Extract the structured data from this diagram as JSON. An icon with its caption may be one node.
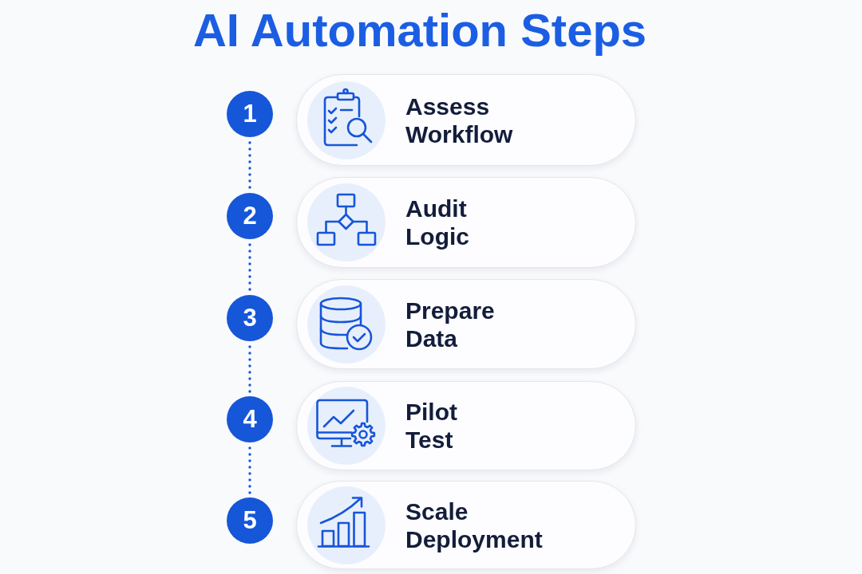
{
  "diagram": {
    "title": "AI Automation Steps",
    "nodes": [
      {
        "text": [
          "1"
        ]
      },
      {
        "text": [
          "Assess Workflow"
        ]
      },
      {
        "text": [
          "2"
        ]
      },
      {
        "text": [
          "Audit Logic"
        ]
      },
      {
        "text": [
          "3"
        ]
      },
      {
        "text": [
          "Prepare Data"
        ]
      },
      {
        "text": [
          "4"
        ]
      },
      {
        "text": [
          "Pilot Test"
        ]
      },
      {
        "text": [
          "5"
        ]
      },
      {
        "text": [
          "Scale Deployment"
        ]
      }
    ],
    "edges": [
      {
        "from": 0,
        "to": 2,
        "arrow": "none",
        "style": "dashed"
      },
      {
        "from": 2,
        "to": 4,
        "arrow": "none",
        "style": "dashed"
      },
      {
        "from": 4,
        "to": 6,
        "arrow": "none",
        "style": "dashed"
      },
      {
        "from": 6,
        "to": 8,
        "arrow": "none",
        "style": "dashed"
      }
    ]
  }
}
